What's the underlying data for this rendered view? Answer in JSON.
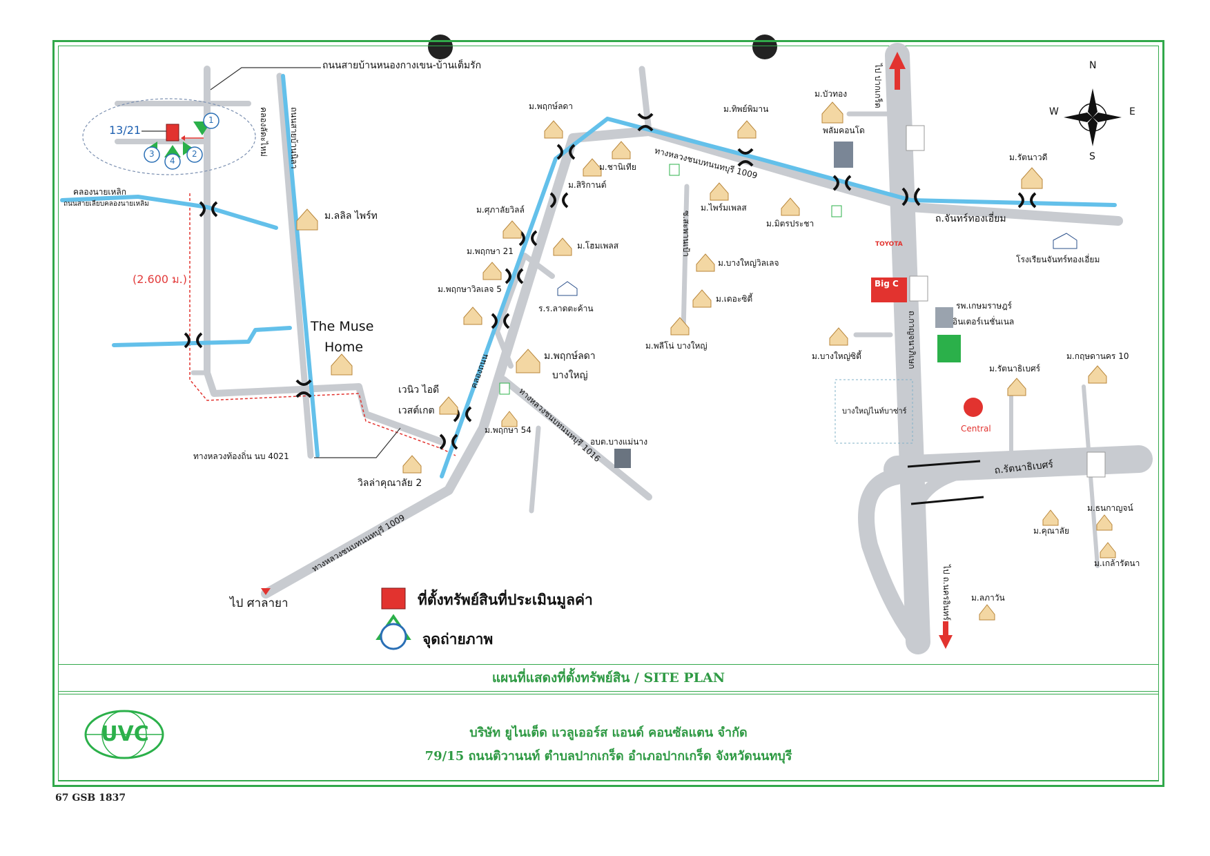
{
  "labels": {
    "road_top": "ถนนสายบ้านหนองกางเขน-บ้านเต็มรัก",
    "canal_yai": "คลองลัดะไหม่",
    "road_mid": "ถนนสายบ้านนิลา",
    "canal_left": "คลองนายเหลิก",
    "canal_left_sub": "ถนนสายเลียบคลองนายเหลิม",
    "lalil": "ม.ลลิล ไพร์ท",
    "distance": "(2.600 ม.)",
    "muse1": "The Muse",
    "muse2": "Home",
    "road_4021": "ทางหลวงท้องถิ่น นบ 4021",
    "venue1": "เวนิว ไอดี",
    "venue2": "เวสต์เกต",
    "villa": "วิลล่าคุณาลัย 2",
    "to_salaya": "ไป ศาลายา",
    "hw1009_low": "ทางหลวงชนบทนนทบุรี 1009",
    "hw1009_up": "ทางหลวงชนบทนนทบุรี 1009",
    "hw1016": "ทางหลวงชนบทนนทบุรี 1016",
    "khlong_thanon": "คลองถนน",
    "soi_pao": "ซ.สะพานเป้า",
    "m_pruksa_lada": "ม.พฤกษ์ลดา",
    "m_chanita": "ม.ชานิเทีย",
    "m_sirikan": "ม.สิริกานต์",
    "m_supalai": "ม.ศุภาลัยวิลล์",
    "m_homeplus": "ม.โฮมเพลส",
    "m_pruksa21": "ม.พฤกษา 21",
    "m_pruksa_village": "ม.พฤกษาวิลเลจ 5",
    "school_lat": "ร.ร.ลาดตะค้าน",
    "m_pruksalada_by1": "ม.พฤกษ์ลดา",
    "m_pruksalada_by2": "บางใหญ่",
    "m_pruksa54": "ม.พฤกษา 54",
    "obt": "อบต.บางแม่นาง",
    "m_thipphiman": "ม.ทิพย์พิมาน",
    "m_primeplace": "ม.ไพร์มเพลส",
    "m_mitr": "ม.มิตรประชา",
    "m_bangyai_village": "ม.บางใหญ่วิลเลจ",
    "m_city": "ม.เดอะซิตี้",
    "m_pleno": "ม.พลีโน่ บางใหญ่",
    "m_buathong": "ม.บัวทอง",
    "plum": "พลัมคอนโด",
    "to_pakkret": "ไป ปากเกร็ด",
    "m_rattanawadee": "ม.รัตนาวดี",
    "chan_road": "ถ.จันทร์ทองเอี่ยม",
    "school_chan": "โรงเรียนจันทร์ทองเอี่ยม",
    "kasem1": "รพ.เกษมราษฎร์",
    "kasem2": "อินเตอร์เนชั่นเนล",
    "m_bangyai_city": "ม.บางใหญ่ซิตี้",
    "kanchana": "ถ.กาญจนาภิเษก",
    "bangyai_market": "บางใหญ่ไนท์บาซ่าร์",
    "m_rattana": "ม.รัตนาธิเบศร์",
    "m_krit": "ม.กฤษดานคร 10",
    "central": "Central",
    "rattanathibet": "ถ.รัตนาธิเบศร์",
    "m_thanakan": "ม.ธนกาญจน์",
    "m_kunalai": "ม.คุณาลัย",
    "m_klaorattana": "ม.เกล้ารัตนา",
    "m_lapawan": "ม.ลภาวัน",
    "to_nonthaburi": "ไป ถ.นครอินทร์",
    "n": "N",
    "s": "S",
    "e": "E",
    "w": "W",
    "plot_no": "13/21",
    "big_c": "Big C",
    "toyota": "TOYOTA"
  },
  "legend": {
    "property": "ที่ตั้งทรัพย์สินที่ประเมินมูลค่า",
    "photo_point": "จุดถ่ายภาพ"
  },
  "photo_points": [
    "1",
    "2",
    "3",
    "4"
  ],
  "title": "แผนที่แสดงที่ตั้งทรัพย์สิน / SITE PLAN",
  "company": {
    "logo_text": "UVC",
    "name": "บริษัท ยูไนเต็ด แวลูเออร์ส แอนด์ คอนซัลแตน จำกัด",
    "address": "79/15 ถนนติวานนท์ ตำบลปากเกร็ด อำเภอปากเกร็ด จังหวัดนนทบุรี"
  },
  "doc_code": "67 GSB 1837",
  "colors": {
    "frame": "#31a84a",
    "canal": "#63c0ea",
    "road": "#c8cbd0",
    "property": "#e2332f"
  }
}
